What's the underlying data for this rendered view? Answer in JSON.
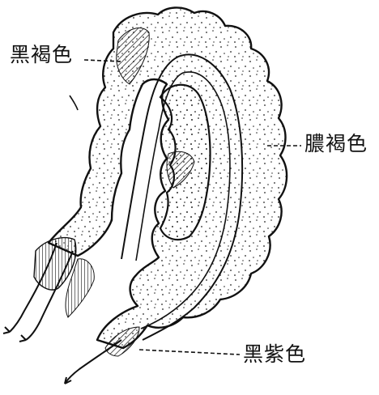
{
  "labels": {
    "top_left": "黑褐色",
    "right": "膿褐色",
    "bottom": "黑紫色"
  },
  "colors": {
    "ink": "#111111",
    "paper": "#ffffff"
  }
}
